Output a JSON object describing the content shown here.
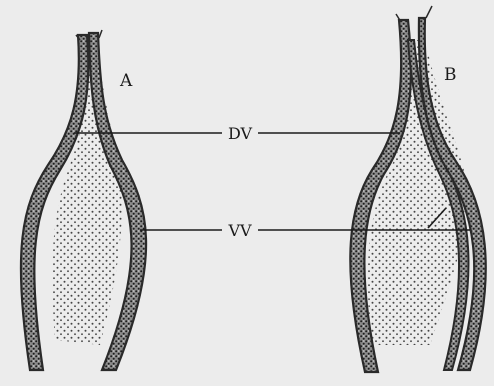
{
  "figure": {
    "panel_a_label": "A",
    "panel_b_label": "B",
    "dv_label": "DV",
    "vv_label": "VV"
  },
  "colors": {
    "background": "#ececec",
    "wall": "#2a2a2a",
    "stipple": "#262626",
    "line": "#1b1b1b"
  }
}
